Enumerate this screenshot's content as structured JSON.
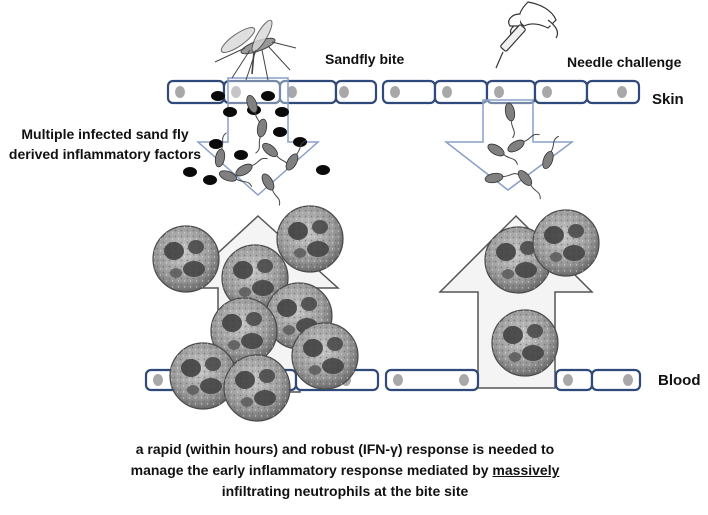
{
  "labels": {
    "sandfly_bite": "Sandfly bite",
    "needle_challenge": "Needle challenge",
    "skin": "Skin",
    "blood": "Blood",
    "factors": "Multiple infected sand fly derived inflammatory factors"
  },
  "caption": {
    "line1": "a rapid (within hours) and robust (IFN-γ) response is needed to",
    "line2_before": "manage the early inflammatory response mediated by ",
    "line2_underlined": "massively",
    "line3": "infiltrating neutrophils at the bite site"
  },
  "colors": {
    "cell_border": "#2f4a7a",
    "nucleus": "#a8a8a8",
    "arrow_fill": "#f4f4f4",
    "arrow_stroke": "#8aa0c8",
    "factor": "#0a0a0a",
    "neutrophil": "#8c8c8c",
    "parasite": "#7c7c7c"
  },
  "icons": [
    "sandfly-icon",
    "syringe-hand-icon",
    "neutrophil-icon",
    "parasite-icon",
    "inflammatory-factor-icon"
  ]
}
